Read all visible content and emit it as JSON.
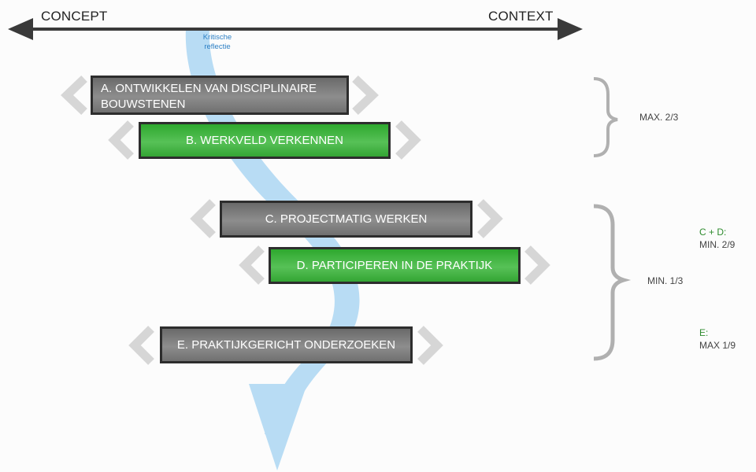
{
  "axis": {
    "left_label": "CONCEPT",
    "right_label": "CONTEXT"
  },
  "flow": {
    "label_line1": "Kritische",
    "label_line2": "reflectie"
  },
  "boxes": [
    {
      "line1": "A. ONTWIKKELEN VAN DISCIPLINAIRE",
      "line2": "BOUWSTENEN"
    },
    {
      "label": "B. WERKVELD VERKENNEN"
    },
    {
      "label": "C. PROJECTMATIG WERKEN"
    },
    {
      "label": "D. PARTICIPEREN IN DE PRAKTIJK"
    },
    {
      "label": "E. PRAKTIJKGERICHT ONDERZOEKEN"
    }
  ],
  "groups": {
    "top_label": "MAX. 2/3",
    "bottom_label": "MIN. 1/3"
  },
  "notes": {
    "cd_title": "C + D:",
    "cd_value": "MIN. 2/9",
    "e_title": "E:",
    "e_value": "MAX 1/9"
  },
  "colors": {
    "gray_box": "#7a7a7a",
    "green_box": "#44b544",
    "flow": "#b8dcf4",
    "chevron": "#d6d6d6",
    "brace": "#b0b0b0"
  }
}
